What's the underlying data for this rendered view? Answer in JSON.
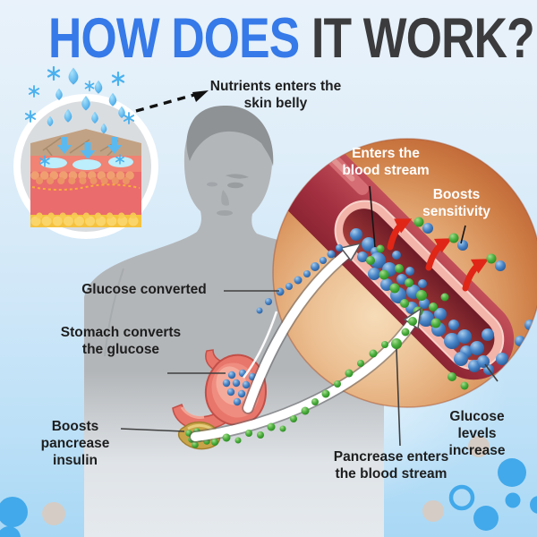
{
  "title": {
    "highlight": "HOW DOES",
    "rest": " IT WORK?"
  },
  "annotations": {
    "nutrients": "Nutrients enters the\nskin belly",
    "enters_blood": "Enters the\nblood stream",
    "boosts_sensitivity": "Boosts\nsensitivity",
    "glucose_converted": "Glucose converted",
    "stomach_converts": "Stomach converts\nthe glucose",
    "boosts_pancrease": "Boosts\npancrease\ninsulin",
    "pancrease_enters": "Pancrease enters\nthe blood stream",
    "glucose_levels": "Glucose levels\nincrease"
  },
  "colors": {
    "title_blue": "#3679e8",
    "title_dark": "#3b3b3d",
    "label_dark": "#1e1e1e",
    "label_white": "#ffffff",
    "glucose_molecule_blue": "#3f78bd",
    "insulin_molecule_green": "#44ad35",
    "vessel_red": "#a22f3f",
    "vessel_rim_pink": "#f3b4aa",
    "circle_copper": "#cd7c44",
    "skin_red": "#ea6c6c",
    "fat_yellow": "#f5c23e",
    "decor_blue": "#42a9ea",
    "decor_beige": "#d5ccc5",
    "background_blue": "#a9d8f5"
  }
}
